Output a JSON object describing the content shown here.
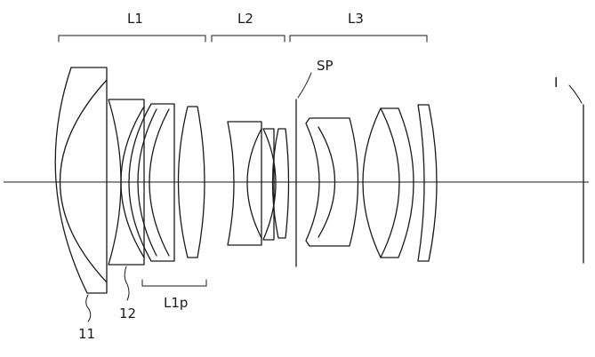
{
  "labels": {
    "group_l1": "L1",
    "group_l2": "L2",
    "group_l3": "L3",
    "sub_group_l1p": "L1p",
    "stop": "SP",
    "image_plane": "I",
    "lens_11": "11",
    "lens_12": "12"
  }
}
